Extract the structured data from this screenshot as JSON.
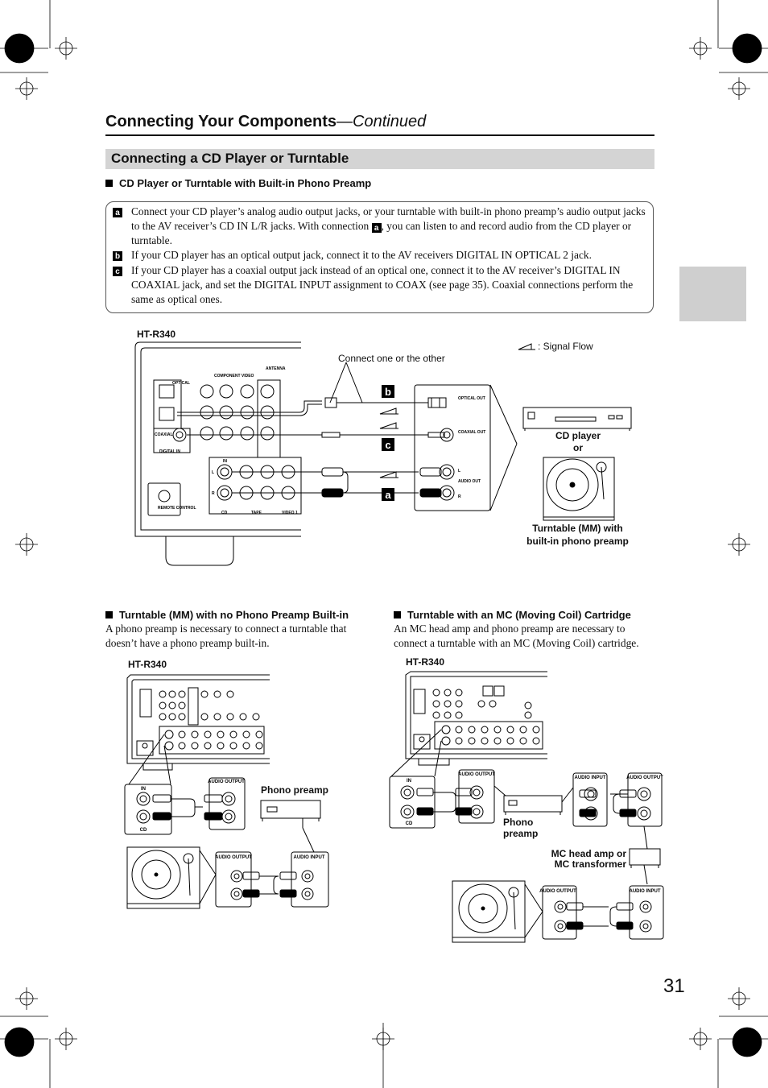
{
  "page": {
    "header_title": "Connecting Your Components",
    "header_continued": "—Continued",
    "section_title": "Connecting a CD Player or Turntable",
    "page_number": "31"
  },
  "sub1": {
    "heading": "CD Player or Turntable with Built-in Phono Preamp",
    "item_a_1": "Connect your CD player’s analog audio output jacks, or your turntable with built-in phono preamp’s audio output jacks to the AV receiver’s CD IN L/R jacks. With connection",
    "item_a_2": ", you can listen to and record audio from the CD player or turntable.",
    "item_b": "If your CD player has an optical output jack, connect it to the AV receivers DIGITAL IN OPTICAL 2 jack.",
    "item_c": "If your CD player has a coaxial output jack instead of an optical one, connect it to the AV receiver’s DIGITAL IN COAXIAL jack, and set the DIGITAL INPUT assignment to COAX (see page 35). Coaxial connections perform the same as optical ones.",
    "badge_a": "a",
    "badge_b": "b",
    "badge_c": "c"
  },
  "diagram1": {
    "model": "HT-R340",
    "note": "Connect one or the other",
    "signal_flow": ": Signal Flow",
    "antenna": "ANTENNA",
    "component_video": "COMPONENT VIDEO",
    "optical": "OPTICAL",
    "coaxial": "COAXIAL",
    "digital_in": "DIGITAL IN",
    "remote_control": "REMOTE CONTROL",
    "in": "IN",
    "cd": "CD",
    "tape": "TAPE",
    "video1": "VIDEO 1",
    "optical_out": "OPTICAL OUT",
    "coaxial_out": "COAXIAL OUT",
    "audio_out": "AUDIO OUT",
    "l": "L",
    "r": "R",
    "cd_player": "CD player",
    "or": "or",
    "turntable_builtin": "Turntable (MM) with built-in phono preamp"
  },
  "sub2": {
    "heading": "Turntable (MM) with no Phono Preamp Built-in",
    "body": "A phono preamp is necessary to connect a turntable that doesn’t have a phono preamp built-in.",
    "model": "HT-R340",
    "phono_preamp": "Phono preamp",
    "in": "IN",
    "cd": "CD",
    "audio_output": "AUDIO OUTPUT",
    "audio_input": "AUDIO INPUT"
  },
  "sub3": {
    "heading": "Turntable with an MC (Moving Coil) Cartridge",
    "body": "An MC head amp and phono preamp are necessary to connect a turntable with an MC (Moving Coil) cartridge.",
    "model": "HT-R340",
    "phono_preamp": "Phono preamp",
    "mc_head_amp": "MC head amp or MC transformer",
    "in": "IN",
    "cd": "CD",
    "audio_output": "AUDIO OUTPUT",
    "audio_input": "AUDIO INPUT"
  }
}
